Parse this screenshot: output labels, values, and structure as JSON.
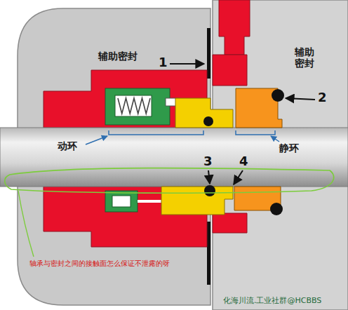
{
  "diagram": {
    "labels": [
      "辅助密封",
      "1",
      "辅助密封",
      "2",
      "动环",
      "静环",
      "3",
      "4",
      "轴承与密封之间的接触面怎么保证不泄露的呀",
      "化海川流.工业社群@HCBBS"
    ]
  }
}
